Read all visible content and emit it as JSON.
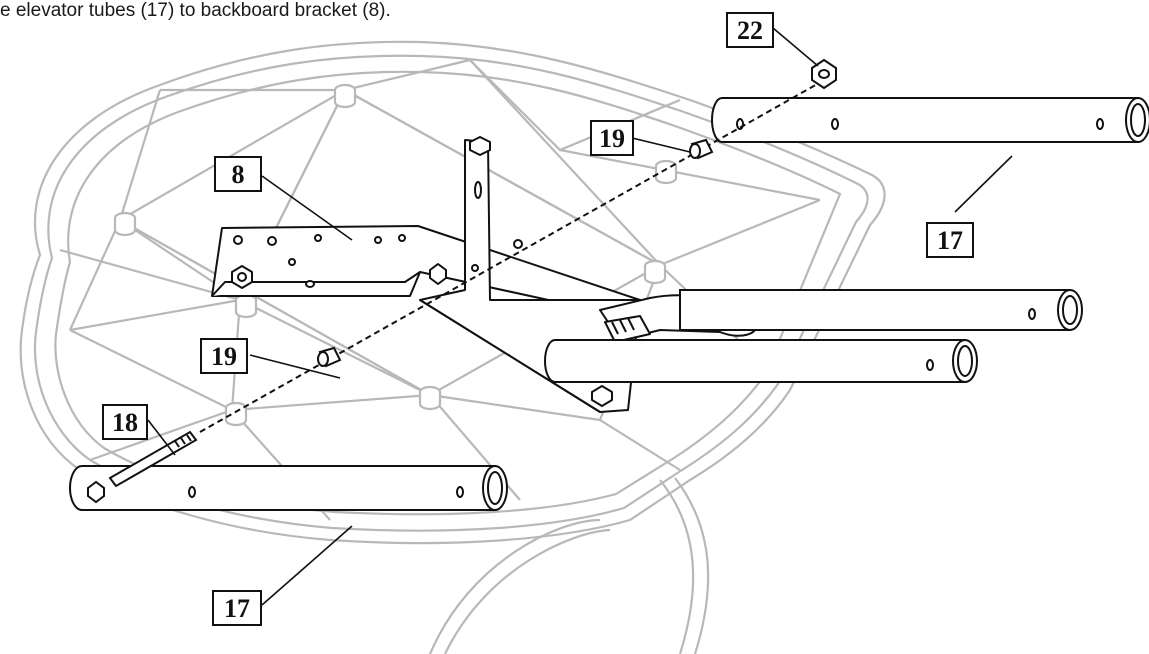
{
  "caption": "e elevator tubes (17) to backboard bracket (8).",
  "callouts": [
    {
      "id": "c22",
      "label": "22",
      "part": "nut"
    },
    {
      "id": "c19a",
      "label": "19",
      "part": "spacer"
    },
    {
      "id": "c8",
      "label": "8",
      "part": "backboard-bracket"
    },
    {
      "id": "c17a",
      "label": "17",
      "part": "elevator-tube"
    },
    {
      "id": "c19b",
      "label": "19",
      "part": "spacer"
    },
    {
      "id": "c18",
      "label": "18",
      "part": "bolt"
    },
    {
      "id": "c17b",
      "label": "17",
      "part": "elevator-tube"
    }
  ],
  "colors": {
    "backboard_outline": "#b8b8b8",
    "line_art": "#111111",
    "fill": "#ffffff"
  }
}
